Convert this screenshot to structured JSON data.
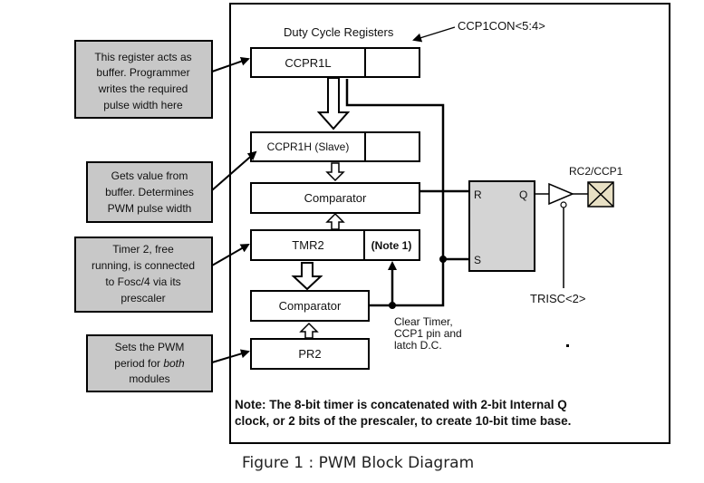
{
  "labels": {
    "duty_cycle_registers": "Duty Cycle Registers",
    "ccp1con": "CCP1CON<5:4>",
    "ccpr1l": "CCPR1L",
    "ccpr1h": "CCPR1H (Slave)",
    "comparator_top": "Comparator",
    "tmr2": "TMR2",
    "note1": "(Note 1)",
    "comparator_bottom": "Comparator",
    "pr2": "PR2",
    "ff_r": "R",
    "ff_q": "Q",
    "ff_s": "S",
    "rc2_ccp1": "RC2/CCP1",
    "trisc": "TRISC<2>",
    "clear_timer": [
      "Clear Timer,",
      "CCP1 pin and",
      "latch D.C."
    ]
  },
  "callouts": [
    {
      "lines": [
        "This register acts as",
        "buffer. Programmer",
        "writes the required",
        "pulse width here"
      ]
    },
    {
      "lines": [
        "Gets value from",
        "buffer. Determines",
        "PWM pulse width"
      ]
    },
    {
      "lines": [
        "Timer 2, free",
        "running, is connected",
        "to Fosc/4 via its",
        "prescaler"
      ]
    },
    {
      "lines": [
        "Sets the PWM",
        "period for <i>both</i>",
        "modules"
      ]
    }
  ],
  "note": {
    "prefix": "Note:",
    "line1": " The 8-bit timer is concatenated with 2-bit Internal Q",
    "line2": "clock, or 2 bits of the prescaler, to create 10-bit time base."
  },
  "caption": "Figure 1 : PWM Block Diagram",
  "colors": {
    "callout_fill": "#c8c8c8",
    "flipflop_fill": "#d4d4d4",
    "pin_fill": "#e8e0c4",
    "line": "#000000"
  }
}
